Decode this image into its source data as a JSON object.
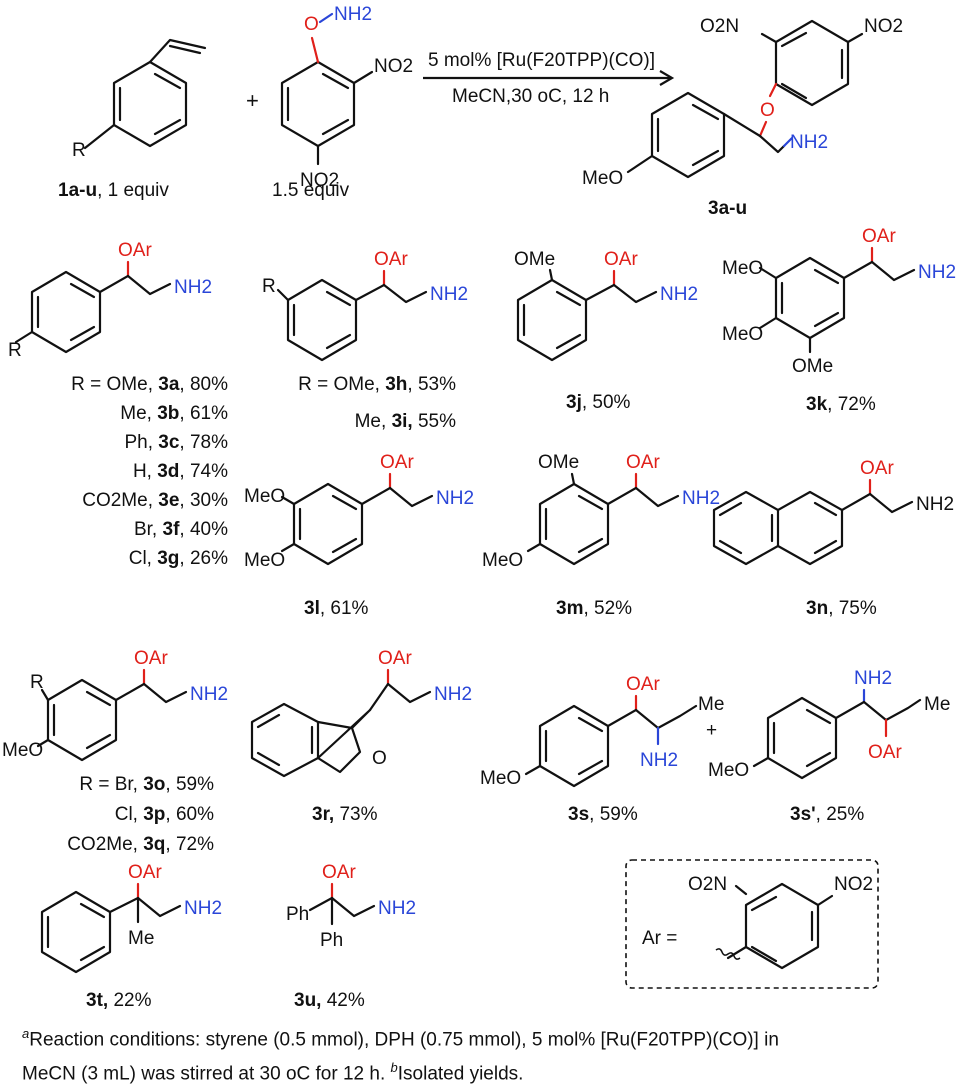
{
  "reaction": {
    "reagent_amine": "NH2",
    "reagent_no2_a": "NO2",
    "reagent_no2_b": "NO2",
    "plus": "+",
    "conditions_top": "5 mol% [Ru(F20TPP)(CO)]",
    "conditions_bottom": "MeCN,30 oC, 12 h",
    "label_1": "1a-u",
    "label_1_tail": ", 1 equiv",
    "label_2": "1.5 equiv",
    "label_3": "3a-u",
    "substituent_r": "R",
    "product_no2_a": "O2N",
    "product_no2_b": "NO2",
    "product_o": "O",
    "product_nh2": "NH2",
    "product_meo": "MeO"
  },
  "entries": {
    "g1": {
      "lines": [
        {
          "prefix": "R = OMe, ",
          "bold": "3a",
          "suffix": ",  80%"
        },
        {
          "prefix": "Me, ",
          "bold": "3b",
          "suffix": ", 61%"
        },
        {
          "prefix": "Ph, ",
          "bold": "3c",
          "suffix": ", 78%"
        },
        {
          "prefix": "H, ",
          "bold": "3d",
          "suffix": ", 74%"
        },
        {
          "prefix": "CO2Me, ",
          "bold": "3e",
          "suffix": ", 30%"
        },
        {
          "prefix": "Br, ",
          "bold": "3f",
          "suffix": ", 40%"
        },
        {
          "prefix": "Cl, ",
          "bold": "3g",
          "suffix": ", 26%"
        }
      ]
    },
    "g2": {
      "lines": [
        {
          "prefix": "R = OMe, ",
          "bold": "3h",
          "suffix": ", 53%"
        },
        {
          "prefix": "Me, ",
          "bold": "3i,",
          "suffix": " 55%"
        }
      ]
    },
    "j": {
      "bold": "3j",
      "suffix": ", 50%"
    },
    "k": {
      "bold": "3k",
      "suffix": ", 72%"
    },
    "l": {
      "bold": "3l",
      "suffix": ", 61%"
    },
    "m": {
      "bold": "3m",
      "suffix": ", 52%"
    },
    "n": {
      "bold": "3n",
      "suffix": ", 75%"
    },
    "g3": {
      "lines": [
        {
          "prefix": "R =  Br, ",
          "bold": "3o",
          "suffix": ", 59%"
        },
        {
          "prefix": "Cl, ",
          "bold": "3p",
          "suffix": ", 60%"
        },
        {
          "prefix": "CO2Me, ",
          "bold": "3q",
          "suffix": ", 72%"
        }
      ]
    },
    "r": {
      "bold": "3r,",
      "suffix": " 73%"
    },
    "s": {
      "bold": "3s",
      "suffix": ", 59%"
    },
    "s2": {
      "bold": "3s'",
      "suffix": ", 25%"
    },
    "t": {
      "bold": "3t,",
      "suffix": " 22%"
    },
    "u": {
      "bold": "3u,",
      "suffix": " 42%"
    }
  },
  "labels": {
    "oar": "OAr",
    "ome": "OMe",
    "meo": "MeO",
    "nh2": "NH2",
    "me": "Me",
    "ph": "Ph",
    "r": "R",
    "o": "O",
    "plus": "+",
    "ar_eq": "Ar ="
  },
  "footnote": {
    "line1": "Reaction conditions: styrene (0.5 mmol), DPH (0.75 mmol), 5 mol% [Ru(F20TPP)(CO)] in",
    "line2_a": "MeCN (3 mL) was stirred at 30 oC for 12 h. ",
    "line2_b": "Isolated yields.",
    "marker_a": "a",
    "marker_b": "b"
  },
  "colors": {
    "amine": "#2a46d8",
    "oxygen": "#e0201a"
  }
}
